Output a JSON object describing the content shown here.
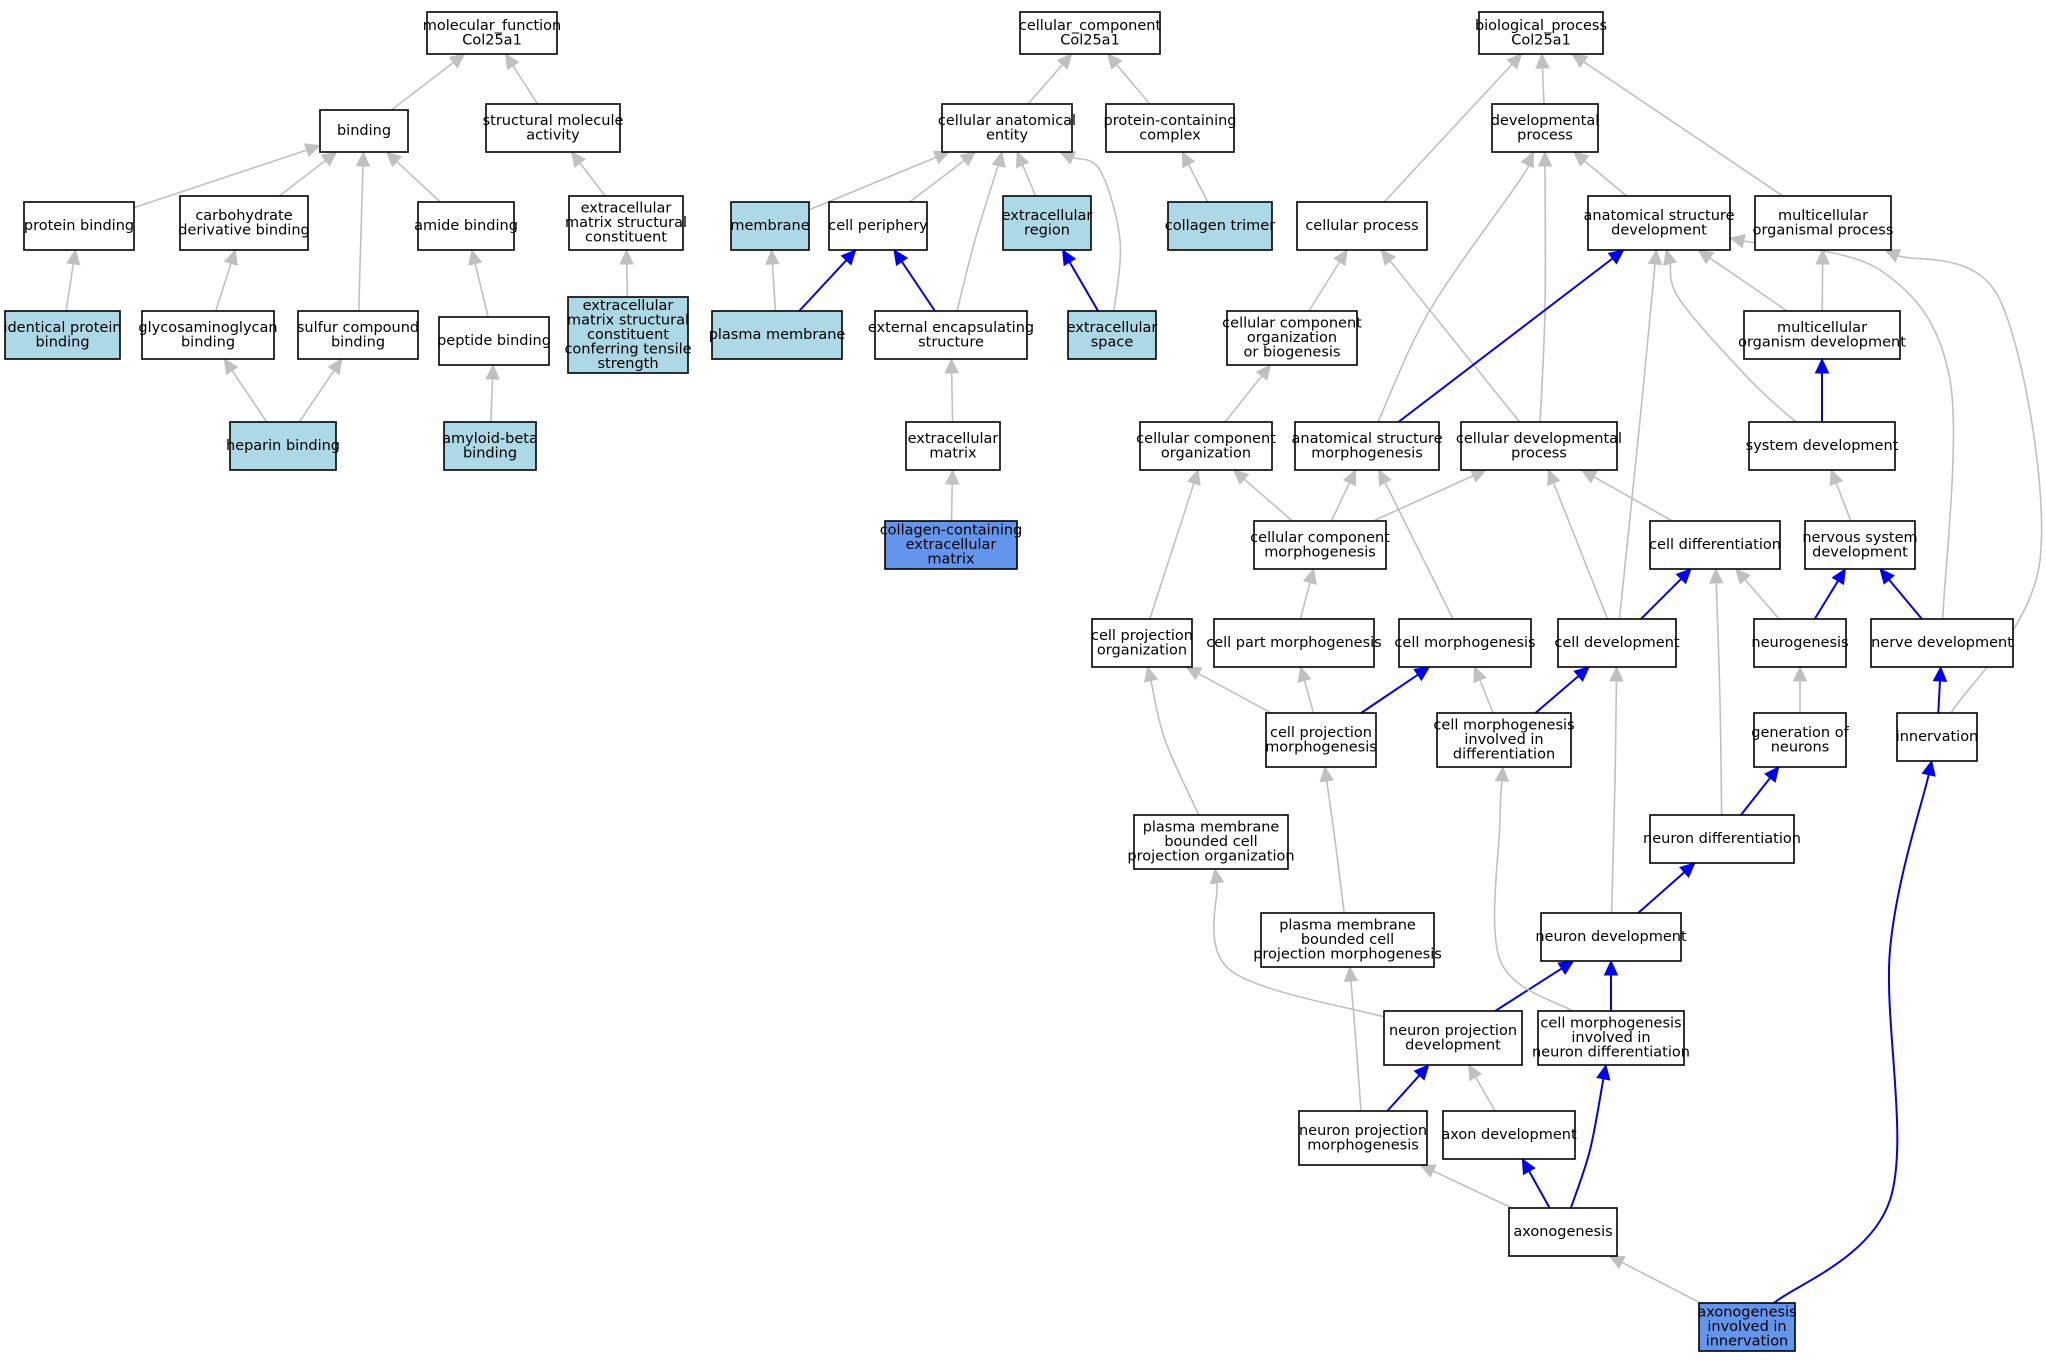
{
  "colors": {
    "default_fill": "#ffffff",
    "light_fill": "#add8e6",
    "annotated_fill": "#6495ed",
    "gray_edge": "#c0c0c0",
    "blue_edge": "#0000ee",
    "border": "#000000"
  },
  "nodes": [
    {
      "id": "mf_root",
      "lines": [
        "molecular_function",
        "Col25a1"
      ],
      "fill": "white"
    },
    {
      "id": "binding",
      "lines": [
        "binding"
      ],
      "fill": "white"
    },
    {
      "id": "structural_molecule_activity",
      "lines": [
        "structural molecule",
        "activity"
      ],
      "fill": "white"
    },
    {
      "id": "protein_binding",
      "lines": [
        "protein binding"
      ],
      "fill": "white"
    },
    {
      "id": "carbohydrate_derivative_binding",
      "lines": [
        "carbohydrate",
        "derivative binding"
      ],
      "fill": "white"
    },
    {
      "id": "amide_binding",
      "lines": [
        "amide binding"
      ],
      "fill": "white"
    },
    {
      "id": "ecm_structural_constituent",
      "lines": [
        "extracellular",
        "matrix structural",
        "constituent"
      ],
      "fill": "white"
    },
    {
      "id": "identical_protein_binding",
      "lines": [
        "identical protein",
        "binding"
      ],
      "fill": "light"
    },
    {
      "id": "glycosaminoglycan_binding",
      "lines": [
        "glycosaminoglycan",
        "binding"
      ],
      "fill": "white"
    },
    {
      "id": "sulfur_compound_binding",
      "lines": [
        "sulfur compound",
        "binding"
      ],
      "fill": "white"
    },
    {
      "id": "peptide_binding",
      "lines": [
        "peptide binding"
      ],
      "fill": "white"
    },
    {
      "id": "ecm_tensile",
      "lines": [
        "extracellular",
        "matrix structural",
        "constituent",
        "conferring tensile",
        "strength"
      ],
      "fill": "light"
    },
    {
      "id": "heparin_binding",
      "lines": [
        "heparin binding"
      ],
      "fill": "light"
    },
    {
      "id": "amyloid_beta_binding",
      "lines": [
        "amyloid-beta",
        "binding"
      ],
      "fill": "light"
    },
    {
      "id": "cc_root",
      "lines": [
        "cellular_component",
        "Col25a1"
      ],
      "fill": "white"
    },
    {
      "id": "cellular_anatomical_entity",
      "lines": [
        "cellular anatomical",
        "entity"
      ],
      "fill": "white"
    },
    {
      "id": "protein_containing_complex",
      "lines": [
        "protein-containing",
        "complex"
      ],
      "fill": "white"
    },
    {
      "id": "membrane",
      "lines": [
        "membrane"
      ],
      "fill": "light"
    },
    {
      "id": "cell_periphery",
      "lines": [
        "cell periphery"
      ],
      "fill": "white"
    },
    {
      "id": "extracellular_region",
      "lines": [
        "extracellular",
        "region"
      ],
      "fill": "light"
    },
    {
      "id": "collagen_trimer",
      "lines": [
        "collagen trimer"
      ],
      "fill": "light"
    },
    {
      "id": "plasma_membrane",
      "lines": [
        "plasma membrane"
      ],
      "fill": "light"
    },
    {
      "id": "external_encapsulating_structure",
      "lines": [
        "external encapsulating",
        "structure"
      ],
      "fill": "white"
    },
    {
      "id": "extracellular_space",
      "lines": [
        "extracellular",
        "space"
      ],
      "fill": "light"
    },
    {
      "id": "extracellular_matrix",
      "lines": [
        "extracellular",
        "matrix"
      ],
      "fill": "white"
    },
    {
      "id": "collagen_containing_ecm",
      "lines": [
        "collagen-containing",
        "extracellular",
        "matrix"
      ],
      "fill": "annotated"
    },
    {
      "id": "bp_root",
      "lines": [
        "biological_process",
        "Col25a1"
      ],
      "fill": "white"
    },
    {
      "id": "developmental_process",
      "lines": [
        "developmental",
        "process"
      ],
      "fill": "white"
    },
    {
      "id": "cellular_process",
      "lines": [
        "cellular process"
      ],
      "fill": "white"
    },
    {
      "id": "anatomical_structure_development",
      "lines": [
        "anatomical structure",
        "development"
      ],
      "fill": "white"
    },
    {
      "id": "multicellular_organismal_process",
      "lines": [
        "multicellular",
        "organismal process"
      ],
      "fill": "white"
    },
    {
      "id": "cc_org_or_biogenesis",
      "lines": [
        "cellular component",
        "organization",
        "or biogenesis"
      ],
      "fill": "white"
    },
    {
      "id": "multicellular_organism_development",
      "lines": [
        "multicellular",
        "organism development"
      ],
      "fill": "white"
    },
    {
      "id": "cc_organization",
      "lines": [
        "cellular component",
        "organization"
      ],
      "fill": "white"
    },
    {
      "id": "anatomical_structure_morphogenesis",
      "lines": [
        "anatomical structure",
        "morphogenesis"
      ],
      "fill": "white"
    },
    {
      "id": "cellular_developmental_process",
      "lines": [
        "cellular developmental",
        "process"
      ],
      "fill": "white"
    },
    {
      "id": "system_development",
      "lines": [
        "system development"
      ],
      "fill": "white"
    },
    {
      "id": "cc_morphogenesis",
      "lines": [
        "cellular component",
        "morphogenesis"
      ],
      "fill": "white"
    },
    {
      "id": "cell_differentiation",
      "lines": [
        "cell differentiation"
      ],
      "fill": "white"
    },
    {
      "id": "nervous_system_development",
      "lines": [
        "nervous system",
        "development"
      ],
      "fill": "white"
    },
    {
      "id": "cell_projection_organization",
      "lines": [
        "cell projection",
        "organization"
      ],
      "fill": "white"
    },
    {
      "id": "cell_part_morphogenesis",
      "lines": [
        "cell part morphogenesis"
      ],
      "fill": "white"
    },
    {
      "id": "cell_morphogenesis",
      "lines": [
        "cell morphogenesis"
      ],
      "fill": "white"
    },
    {
      "id": "cell_development",
      "lines": [
        "cell development"
      ],
      "fill": "white"
    },
    {
      "id": "neurogenesis",
      "lines": [
        "neurogenesis"
      ],
      "fill": "white"
    },
    {
      "id": "nerve_development",
      "lines": [
        "nerve development"
      ],
      "fill": "white"
    },
    {
      "id": "cell_projection_morphogenesis",
      "lines": [
        "cell projection",
        "morphogenesis"
      ],
      "fill": "white"
    },
    {
      "id": "cell_morph_in_diff",
      "lines": [
        "cell morphogenesis",
        "involved in",
        "differentiation"
      ],
      "fill": "white"
    },
    {
      "id": "generation_of_neurons",
      "lines": [
        "generation of",
        "neurons"
      ],
      "fill": "white"
    },
    {
      "id": "innervation",
      "lines": [
        "innervation"
      ],
      "fill": "white"
    },
    {
      "id": "pm_bounded_cell_projection_org",
      "lines": [
        "plasma membrane",
        "bounded cell",
        "projection organization"
      ],
      "fill": "white"
    },
    {
      "id": "neuron_differentiation",
      "lines": [
        "neuron differentiation"
      ],
      "fill": "white"
    },
    {
      "id": "pm_bounded_cell_projection_morph",
      "lines": [
        "plasma membrane",
        "bounded cell",
        "projection morphogenesis"
      ],
      "fill": "white"
    },
    {
      "id": "neuron_development",
      "lines": [
        "neuron development"
      ],
      "fill": "white"
    },
    {
      "id": "neuron_projection_development",
      "lines": [
        "neuron projection",
        "development"
      ],
      "fill": "white"
    },
    {
      "id": "cell_morph_in_neuron_diff",
      "lines": [
        "cell morphogenesis",
        "involved in",
        "neuron differentiation"
      ],
      "fill": "white"
    },
    {
      "id": "neuron_projection_morphogenesis",
      "lines": [
        "neuron projection",
        "morphogenesis"
      ],
      "fill": "white"
    },
    {
      "id": "axon_development",
      "lines": [
        "axon development"
      ],
      "fill": "white"
    },
    {
      "id": "axonogenesis",
      "lines": [
        "axonogenesis"
      ],
      "fill": "white"
    },
    {
      "id": "axonogenesis_in_innervation",
      "lines": [
        "axonogenesis",
        "involved in",
        "innervation"
      ],
      "fill": "annotated"
    }
  ],
  "edges": [
    [
      "binding",
      "mf_root",
      "gray"
    ],
    [
      "structural_molecule_activity",
      "mf_root",
      "gray"
    ],
    [
      "protein_binding",
      "binding",
      "gray"
    ],
    [
      "carbohydrate_derivative_binding",
      "binding",
      "gray"
    ],
    [
      "amide_binding",
      "binding",
      "gray"
    ],
    [
      "sulfur_compound_binding",
      "binding",
      "gray"
    ],
    [
      "ecm_structural_constituent",
      "structural_molecule_activity",
      "gray"
    ],
    [
      "identical_protein_binding",
      "protein_binding",
      "gray"
    ],
    [
      "glycosaminoglycan_binding",
      "carbohydrate_derivative_binding",
      "gray"
    ],
    [
      "peptide_binding",
      "amide_binding",
      "gray"
    ],
    [
      "ecm_tensile",
      "ecm_structural_constituent",
      "gray"
    ],
    [
      "heparin_binding",
      "glycosaminoglycan_binding",
      "gray"
    ],
    [
      "heparin_binding",
      "sulfur_compound_binding",
      "gray"
    ],
    [
      "amyloid_beta_binding",
      "peptide_binding",
      "gray"
    ],
    [
      "cellular_anatomical_entity",
      "cc_root",
      "gray"
    ],
    [
      "protein_containing_complex",
      "cc_root",
      "gray"
    ],
    [
      "membrane",
      "cellular_anatomical_entity",
      "gray"
    ],
    [
      "cell_periphery",
      "cellular_anatomical_entity",
      "gray"
    ],
    [
      "extracellular_region",
      "cellular_anatomical_entity",
      "gray"
    ],
    [
      "external_encapsulating_structure",
      "cellular_anatomical_entity",
      "gray"
    ],
    [
      "extracellular_space",
      "cellular_anatomical_entity",
      "gray"
    ],
    [
      "collagen_trimer",
      "protein_containing_complex",
      "gray"
    ],
    [
      "plasma_membrane",
      "membrane",
      "gray"
    ],
    [
      "plasma_membrane",
      "cell_periphery",
      "blue"
    ],
    [
      "external_encapsulating_structure",
      "cell_periphery",
      "blue"
    ],
    [
      "extracellular_space",
      "extracellular_region",
      "blue"
    ],
    [
      "extracellular_matrix",
      "external_encapsulating_structure",
      "gray"
    ],
    [
      "collagen_containing_ecm",
      "extracellular_matrix",
      "gray"
    ],
    [
      "developmental_process",
      "bp_root",
      "gray"
    ],
    [
      "cellular_process",
      "bp_root",
      "gray"
    ],
    [
      "multicellular_organismal_process",
      "bp_root",
      "gray"
    ],
    [
      "anatomical_structure_development",
      "developmental_process",
      "gray"
    ],
    [
      "anatomical_structure_morphogenesis",
      "developmental_process",
      "gray"
    ],
    [
      "cellular_developmental_process",
      "developmental_process",
      "gray"
    ],
    [
      "cc_org_or_biogenesis",
      "cellular_process",
      "gray"
    ],
    [
      "cellular_developmental_process",
      "cellular_process",
      "gray"
    ],
    [
      "multicellular_organism_development",
      "anatomical_structure_development",
      "gray"
    ],
    [
      "multicellular_organism_development",
      "multicellular_organismal_process",
      "gray"
    ],
    [
      "system_development",
      "anatomical_structure_development",
      "gray"
    ],
    [
      "system_development",
      "multicellular_organism_development",
      "blue"
    ],
    [
      "anatomical_structure_morphogenesis",
      "anatomical_structure_development",
      "blue"
    ],
    [
      "cell_development",
      "anatomical_structure_development",
      "gray"
    ],
    [
      "nerve_development",
      "anatomical_structure_development",
      "gray"
    ],
    [
      "innervation",
      "multicellular_organismal_process",
      "gray"
    ],
    [
      "cc_organization",
      "cc_org_or_biogenesis",
      "gray"
    ],
    [
      "cc_morphogenesis",
      "cc_organization",
      "gray"
    ],
    [
      "cc_morphogenesis",
      "anatomical_structure_morphogenesis",
      "gray"
    ],
    [
      "cc_morphogenesis",
      "cellular_developmental_process",
      "gray"
    ],
    [
      "cell_differentiation",
      "cellular_developmental_process",
      "gray"
    ],
    [
      "cell_development",
      "cellular_developmental_process",
      "gray"
    ],
    [
      "cell_morphogenesis",
      "anatomical_structure_morphogenesis",
      "gray"
    ],
    [
      "nervous_system_development",
      "system_development",
      "gray"
    ],
    [
      "cell_projection_organization",
      "cc_organization",
      "gray"
    ],
    [
      "cell_part_morphogenesis",
      "cc_morphogenesis",
      "gray"
    ],
    [
      "cell_development",
      "cell_differentiation",
      "blue"
    ],
    [
      "neurogenesis",
      "cell_differentiation",
      "gray"
    ],
    [
      "neurogenesis",
      "nervous_system_development",
      "blue"
    ],
    [
      "nerve_development",
      "nervous_system_development",
      "blue"
    ],
    [
      "cell_projection_morphogenesis",
      "cell_projection_organization",
      "gray"
    ],
    [
      "cell_projection_morphogenesis",
      "cell_part_morphogenesis",
      "gray"
    ],
    [
      "cell_projection_morphogenesis",
      "cell_morphogenesis",
      "blue"
    ],
    [
      "cell_morph_in_diff",
      "cell_morphogenesis",
      "gray"
    ],
    [
      "cell_morph_in_diff",
      "cell_development",
      "blue"
    ],
    [
      "generation_of_neurons",
      "neurogenesis",
      "gray"
    ],
    [
      "innervation",
      "nerve_development",
      "blue"
    ],
    [
      "pm_bounded_cell_projection_org",
      "cell_projection_organization",
      "gray"
    ],
    [
      "neuron_differentiation",
      "generation_of_neurons",
      "blue"
    ],
    [
      "neuron_differentiation",
      "cell_differentiation",
      "gray"
    ],
    [
      "pm_bounded_cell_projection_morph",
      "cell_projection_morphogenesis",
      "gray"
    ],
    [
      "neuron_development",
      "neuron_differentiation",
      "blue"
    ],
    [
      "neuron_development",
      "cell_development",
      "gray"
    ],
    [
      "neuron_projection_development",
      "neuron_development",
      "blue"
    ],
    [
      "neuron_projection_development",
      "pm_bounded_cell_projection_org",
      "gray"
    ],
    [
      "cell_morph_in_neuron_diff",
      "neuron_development",
      "blue"
    ],
    [
      "cell_morph_in_neuron_diff",
      "cell_morph_in_diff",
      "gray"
    ],
    [
      "neuron_projection_morphogenesis",
      "neuron_projection_development",
      "blue"
    ],
    [
      "neuron_projection_morphogenesis",
      "pm_bounded_cell_projection_morph",
      "gray"
    ],
    [
      "axon_development",
      "neuron_projection_development",
      "gray"
    ],
    [
      "axonogenesis",
      "axon_development",
      "blue"
    ],
    [
      "axonogenesis",
      "cell_morph_in_neuron_diff",
      "blue"
    ],
    [
      "axonogenesis",
      "neuron_projection_morphogenesis",
      "gray"
    ],
    [
      "axonogenesis_in_innervation",
      "axonogenesis",
      "gray"
    ],
    [
      "axonogenesis_in_innervation",
      "innervation",
      "blue"
    ]
  ]
}
